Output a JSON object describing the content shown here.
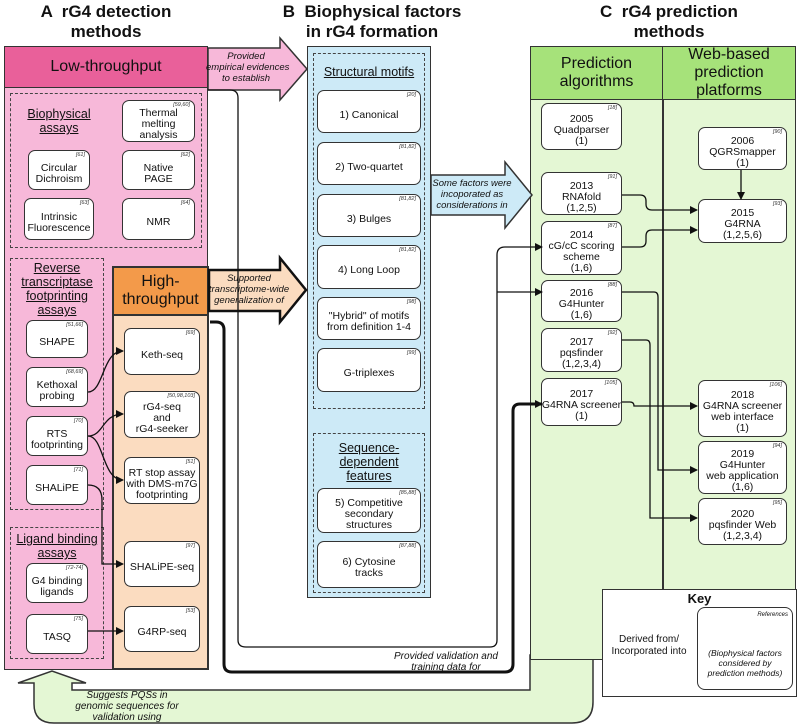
{
  "titles": {
    "a": "A  rG4 detection\nmethods",
    "b": "B  Biophysical factors\nin rG4 formation",
    "c": "C  rG4 prediction\nmethods"
  },
  "a": {
    "low_header": "Low-throughput",
    "high_header": "High-\nthroughput",
    "biophysical_title": "Biophysical\nassays",
    "rt_title": "Reverse\ntranscriptase\nfootprinting\nassays",
    "ligand_title": "Ligand binding\nassays",
    "biophysical_items": [
      {
        "label": "Thermal\nmelting\nanalysis",
        "ref": "[59,60]"
      },
      {
        "label": "Circular\nDichroism",
        "ref": "[61]"
      },
      {
        "label": "Native\nPAGE",
        "ref": "[62]"
      },
      {
        "label": "Intrinsic\nFluorescence",
        "ref": "[63]"
      },
      {
        "label": "NMR",
        "ref": "[64]"
      }
    ],
    "rt_items": [
      {
        "label": "SHAPE",
        "ref": "[51,66]"
      },
      {
        "label": "Kethoxal\nprobing",
        "ref": "[68,69]"
      },
      {
        "label": "RTS\nfootprinting",
        "ref": "[70]"
      },
      {
        "label": "SHALiPE",
        "ref": "[71]"
      }
    ],
    "ligand_items": [
      {
        "label": "G4 binding\nligands",
        "ref": "[72-74]"
      },
      {
        "label": "TASQ",
        "ref": "[75]"
      }
    ],
    "high_items": [
      {
        "label": "Keth-seq",
        "ref": "[69]"
      },
      {
        "label": "rG4-seq\nand\nrG4-seeker",
        "ref": "[50,98,103]"
      },
      {
        "label": "RT stop assay\nwith DMS-m7G\nfootprinting",
        "ref": "[51]"
      },
      {
        "label": "SHALiPE-seq",
        "ref": "[97]"
      },
      {
        "label": "G4RP-seq",
        "ref": "[53]"
      }
    ]
  },
  "b": {
    "structural_title": "Structural motifs",
    "structural_items": [
      {
        "label": "1) Canonical",
        "ref": "[20]"
      },
      {
        "label": "2) Two-quartet",
        "ref": "[81,82]"
      },
      {
        "label": "3) Bulges",
        "ref": "[81,82]"
      },
      {
        "label": "4) Long Loop",
        "ref": "[81,82]"
      },
      {
        "label": "\"Hybrid\" of motifs\nfrom definition 1-4",
        "ref": "[98]"
      },
      {
        "label": "G-triplexes",
        "ref": "[99]"
      }
    ],
    "sequence_title": "Sequence-\ndependent\nfeatures",
    "sequence_items": [
      {
        "label": "5) Competitive\nsecondary\nstructures",
        "ref": "[85,88]"
      },
      {
        "label": "6) Cytosine\ntracks",
        "ref": "[87,88]"
      }
    ]
  },
  "c": {
    "algo_header": "Prediction\nalgorithms",
    "web_header": "Web-based\nprediction\nplatforms",
    "algorithms": [
      {
        "label": "2005\nQuadparser\n(1)",
        "ref": "[18]"
      },
      {
        "label": "2013\nRNAfold\n(1,2,5)",
        "ref": "[91]"
      },
      {
        "label": "2014\ncG/cC scoring\nscheme\n(1,6)",
        "ref": "[87]"
      },
      {
        "label": "2016\nG4Hunter\n(1,6)",
        "ref": "[88]"
      },
      {
        "label": "2017\npqsfinder\n(1,2,3,4)",
        "ref": "[92]"
      },
      {
        "label": "2017\nG4RNA screener\n(1)",
        "ref": "[105]"
      }
    ],
    "platforms": [
      {
        "label": "2006\nQGRSmapper\n(1)",
        "ref": "[90]"
      },
      {
        "label": "2015\nG4RNA\n(1,2,5,6)",
        "ref": "[93]"
      },
      {
        "label": "2018\nG4RNA screener\nweb interface\n(1)",
        "ref": "[106]"
      },
      {
        "label": "2019\nG4Hunter\nweb application\n(1,6)",
        "ref": "[94]"
      },
      {
        "label": "2020\npqsfinder Web\n(1,2,3,4)",
        "ref": "[95]"
      }
    ]
  },
  "arrows": {
    "empirical": "Provided\nempirical evidences\nto establish",
    "transcriptome": "Supported\ntranscriptome-wide\ngeneralization of",
    "considerations": "Some factors were\nincoporated as\nconsiderations in",
    "validation": "Provided validation and\ntraining data for",
    "suggests": "Suggests PQSs in\ngenomic sequences for\nvalidation using"
  },
  "key": {
    "title": "Key",
    "arrow_label": "Derived from/\nIncorporated into",
    "ref_label": "References",
    "factors_label": "(Biophysical factors\nconsidered by\nprediction methods)"
  },
  "colors": {
    "low_header": "#e9609a",
    "low_body": "#f7b8d9",
    "high_header": "#f39a4a",
    "high_body": "#fbdcc0",
    "factors_body": "#cdeaf7",
    "pred_header": "#a6e27a",
    "pred_body": "#e4f7d4"
  }
}
